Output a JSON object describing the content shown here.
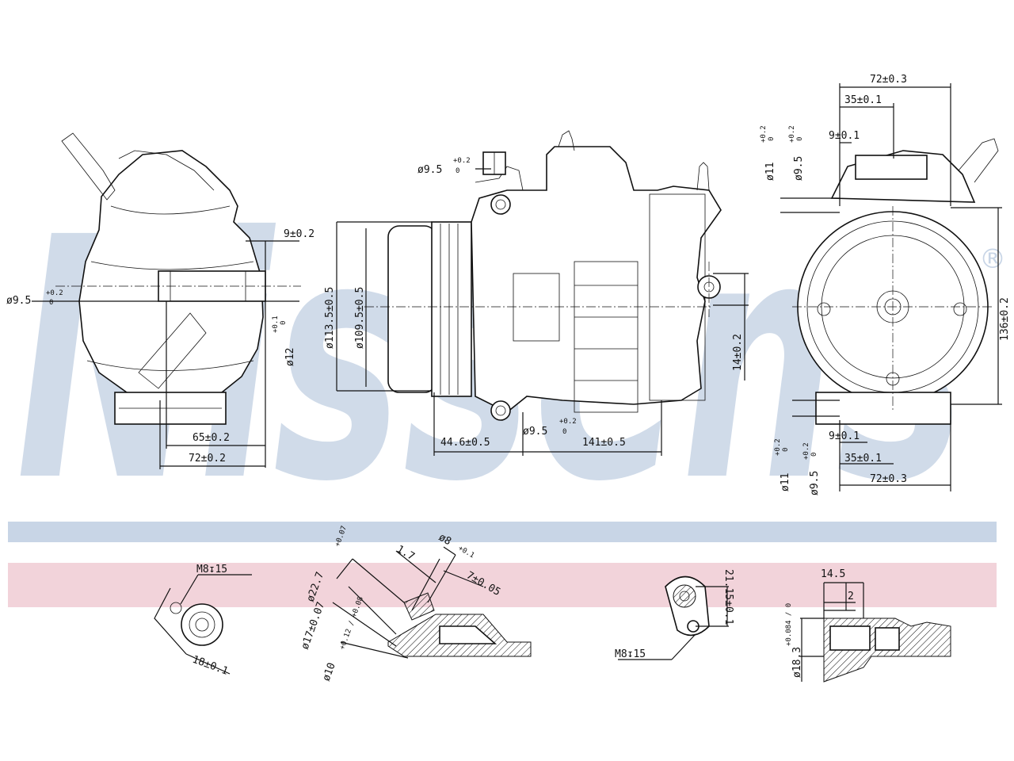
{
  "watermark": {
    "text": "Nissens",
    "registered": "®",
    "color": "#c8d5e6"
  },
  "bands": {
    "blue": "#c8d5e6",
    "pink": "#f2d3da"
  },
  "left_view": {
    "d_port_sup": "+0.2",
    "d_port_sub": "0",
    "d_port_base": "ø9.5",
    "d_9": "9±0.2",
    "d_12": "ø12",
    "d_12_sup": "+0.1",
    "d_12_sub": "0",
    "d_65": "65±0.2",
    "d_72": "72±0.2"
  },
  "center_view": {
    "d_port_top": "ø9.5",
    "d_port_top_sup": "+0.2",
    "d_port_top_sub": "0",
    "d_1135": "ø113.5±0.5",
    "d_1095": "ø109.5±0.5",
    "d_port_bot": "ø9.5",
    "d_port_bot_sup": "+0.2",
    "d_port_bot_sub": "0",
    "d_446": "44.6±0.5",
    "d_141": "141±0.5",
    "d_14": "14±0.2"
  },
  "right_view": {
    "d_72_top": "72±0.3",
    "d_35_top": "35±0.1",
    "d_9_top": "9±0.1",
    "d_11_top": "ø11",
    "d_11_top_sup": "+0.2",
    "d_11_top_sub": "0",
    "d_95_top": "ø9.5",
    "d_95_top_sup": "+0.2",
    "d_95_top_sub": "0",
    "d_136": "136±0.2",
    "d_9_bot": "9±0.1",
    "d_35_bot": "35±0.1",
    "d_72_bot": "72±0.3",
    "d_11_bot": "ø11",
    "d_11_bot_sup": "+0.2",
    "d_11_bot_sub": "0",
    "d_95_bot": "ø9.5",
    "d_95_bot_sup": "+0.2",
    "d_95_bot_sub": "0"
  },
  "details": {
    "port1_thread": "M8↧15",
    "port1_d18": "18±0.1",
    "flange_d227": "ø22.7",
    "flange_d227_tol": "+0.07",
    "flange_17": "ø17±0.07",
    "flange_10": "ø10",
    "flange_10_tol": "+0.12 / +0.08",
    "flange_17b": "1.7",
    "flange_d8": "ø8",
    "flange_d8_tol": "+0.1",
    "flange_7": "7±0.05",
    "port2_thread": "M8↧15",
    "port2_211": "21.15±0.1",
    "conn_145": "14.5",
    "conn_2": "2",
    "conn_d183": "ø18.3",
    "conn_d183_tol": "+0.084 / 0"
  }
}
